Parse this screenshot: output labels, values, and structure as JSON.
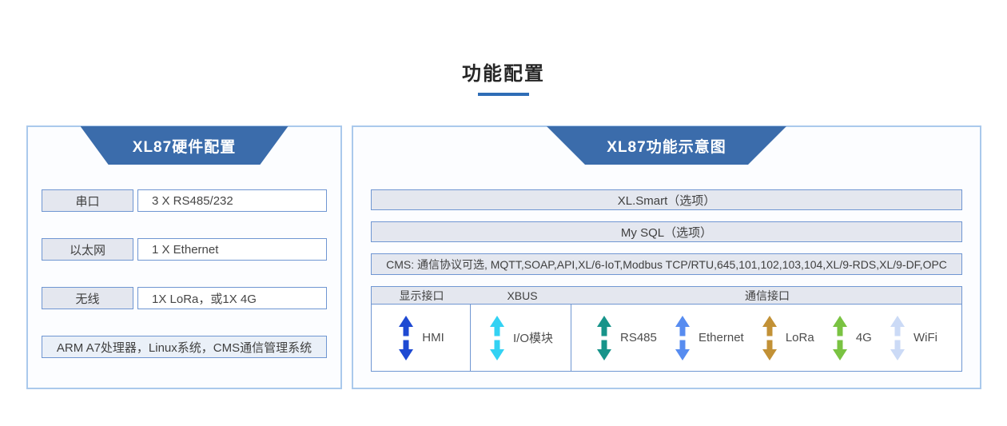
{
  "title": {
    "text": "功能配置"
  },
  "theme": {
    "header_blue": "#3b6cab",
    "underline_blue": "#2e6db6",
    "box_border_blue": "#6f96d2",
    "panel_border_blue": "#aac9ec",
    "bar_fill_gray": "#e4e7ef"
  },
  "left_panel": {
    "title": "XL87硬件配置",
    "rows": [
      {
        "label": "串口",
        "value": "3 X RS485/232"
      },
      {
        "label": "以太网",
        "value": "1 X Ethernet"
      },
      {
        "label": "无线",
        "value": "1X LoRa，或1X 4G"
      }
    ],
    "summary": "ARM A7处理器，Linux系统，CMS通信管理系统"
  },
  "right_panel": {
    "title": "XL87功能示意图",
    "option_bars": [
      "XL.Smart（选项）",
      "My SQL（选项）"
    ],
    "cms_bar": "CMS: 通信协议可选, MQTT,SOAP,API,XL/6-IoT,Modbus TCP/RTU,645,101,102,103,104,XL/9-RDS,XL/9-DF,OPC",
    "table": {
      "headers": [
        "显示接口",
        "XBUS",
        "通信接口"
      ],
      "display_cell": {
        "label": "HMI",
        "color": "#1e49d2"
      },
      "xbus_cell": {
        "label": "I/O模块",
        "color": "#33d2f3"
      },
      "comm_cell": [
        {
          "label": "RS485",
          "color": "#17948a"
        },
        {
          "label": "Ethernet",
          "color": "#578cf0"
        },
        {
          "label": "LoRa",
          "color": "#c29136"
        },
        {
          "label": "4G",
          "color": "#7ac342"
        },
        {
          "label": "WiFi",
          "color": "#cbdaf6"
        }
      ]
    }
  }
}
